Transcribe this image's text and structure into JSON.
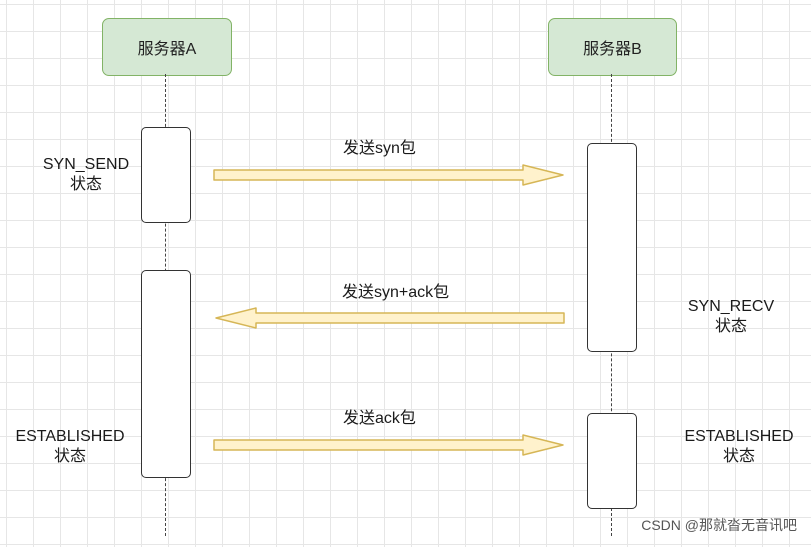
{
  "servers": {
    "a": "服务器A",
    "b": "服务器B"
  },
  "states": {
    "syn_send": [
      "SYN_SEND",
      "状态"
    ],
    "syn_recv": [
      "SYN_RECV",
      "状态"
    ],
    "established_a": [
      "ESTABLISHED",
      "状态"
    ],
    "established_b": [
      "ESTABLISHED",
      "状态"
    ]
  },
  "messages": {
    "syn": "发送syn包",
    "syn_ack": "发送syn+ack包",
    "ack": "发送ack包"
  },
  "watermark": "CSDN @那就沓无音讯吧",
  "colors": {
    "server_fill": "#d5e8d4",
    "server_border": "#82b366",
    "arrow_fill": "#fff2cc",
    "arrow_border": "#d6b656"
  }
}
